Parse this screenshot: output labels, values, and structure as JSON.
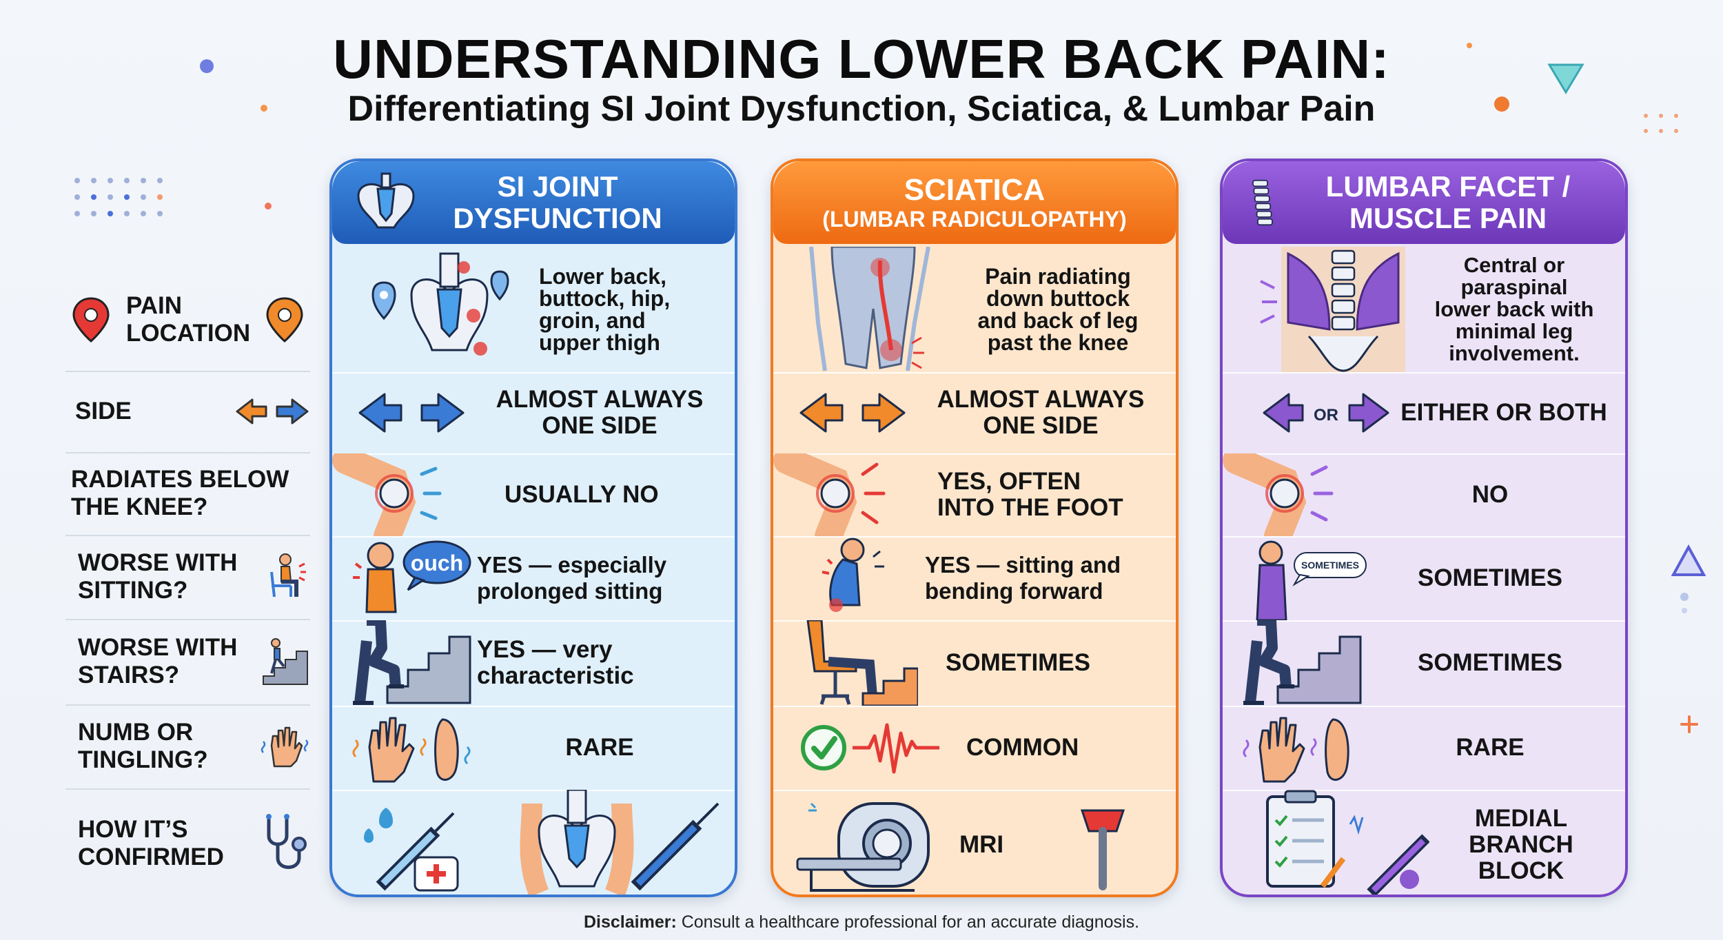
{
  "title": {
    "main": "UNDERSTANDING LOWER BACK PAIN:",
    "sub": "Differentiating SI Joint Dysfunction, Sciatica, & Lumbar Pain"
  },
  "rows": [
    {
      "label": "PAIN\nLOCATION",
      "icon": "location-pin-icon"
    },
    {
      "label": "SIDE",
      "icon": "double-arrow-icon"
    },
    {
      "label": "RADIATES BELOW\nTHE KNEE?",
      "icon": ""
    },
    {
      "label": "WORSE WITH\nSITTING?",
      "icon": "seated-person-icon"
    },
    {
      "label": "WORSE WITH\nSTAIRS?",
      "icon": "stairs-climber-icon"
    },
    {
      "label": "NUMB OR\nTINGLING?",
      "icon": "tingling-hand-icon"
    },
    {
      "label": "HOW IT’S\nCONFIRMED",
      "icon": "stethoscope-icon"
    }
  ],
  "columns": [
    {
      "key": "si",
      "header": "SI JOINT\nDYSFUNCTION",
      "accent": "#2f6fd0",
      "bg": "#dff0fb",
      "cells": [
        "Lower back,\nbuttock, hip,\ngroin, and\nupper thigh",
        "ALMOST ALWAYS\nONE SIDE",
        "USUALLY NO",
        "YES — especially\nprolonged sitting",
        "YES — very\ncharacteristic",
        "RARE",
        ""
      ],
      "bubble": "ouch"
    },
    {
      "key": "sciatica",
      "header_line1": "SCIATICA",
      "header_line2": "(LUMBAR RADICULOPATHY)",
      "accent": "#f27a1e",
      "bg": "#fde6cc",
      "cells": [
        "Pain radiating\ndown buttock\nand back of leg\npast the knee",
        "ALMOST ALWAYS\nONE SIDE",
        "YES, OFTEN\nINTO THE FOOT",
        "YES — sitting and\nbending forward",
        "SOMETIMES",
        "COMMON",
        "MRI"
      ]
    },
    {
      "key": "lumbar",
      "header": "LUMBAR FACET /\nMUSCLE PAIN",
      "accent": "#7a45c4",
      "bg": "#ece3f7",
      "cells": [
        "Central or paraspinal\nlower back with\nminimal leg\ninvolvement.",
        "EITHER OR BOTH",
        "NO",
        "SOMETIMES",
        "SOMETIMES",
        "RARE",
        "MEDIAL\nBRANCH\nBLOCK"
      ],
      "or_label": "OR",
      "bubble": "SOMETIMES"
    }
  ],
  "disclaimer": {
    "label": "Disclaimer:",
    "text": " Consult a healthcare professional for an accurate diagnosis."
  },
  "colors": {
    "blue": "#2f6fd0",
    "orange": "#f27a1e",
    "purple": "#7a45c4",
    "red": "#e53935",
    "green": "#2ea043"
  }
}
